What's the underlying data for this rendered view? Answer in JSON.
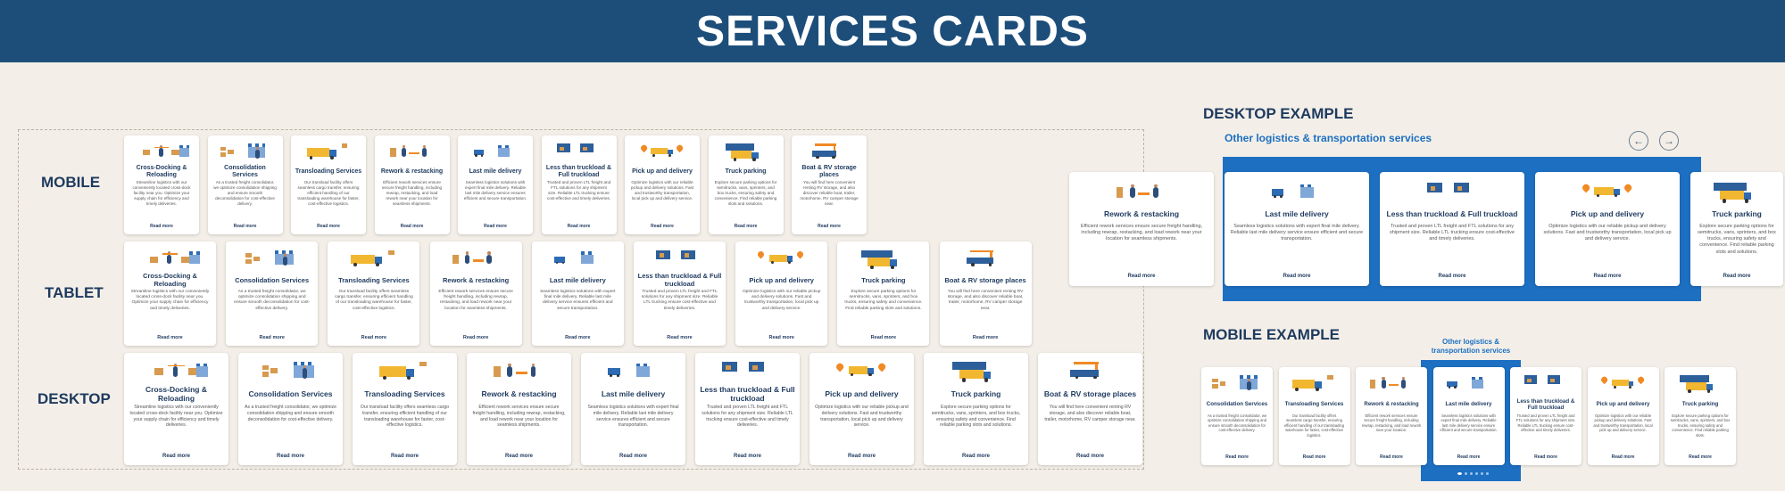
{
  "page": {
    "title": "SERVICES CARDS"
  },
  "row_labels": {
    "mobile": "MOBILE",
    "tablet": "TABLET",
    "desktop": "DESKTOP"
  },
  "services": [
    {
      "key": "crossdock",
      "title": "Cross-Docking & Reloading",
      "desc": "Streamline logistics with our conveniently located cross-dock facility near you. Optimize your supply chain for efficiency and timely deliveries.",
      "icon": "cross-docking-icon"
    },
    {
      "key": "consolidation",
      "title": "Consolidation Services",
      "desc": "As a trusted freight consolidator, we optimize consolidation shipping and ensure smooth deconsolidation for cost-effective delivery.",
      "icon": "consolidation-icon"
    },
    {
      "key": "transloading",
      "title": "Transloading Services",
      "desc": "Our transload facility offers seamless cargo transfer, ensuring efficient handling of our transloading warehouse for faster, cost-effective logistics.",
      "icon": "transloading-icon"
    },
    {
      "key": "rework",
      "title": "Rework & restacking",
      "desc": "Efficient rework services ensure secure freight handling, including rewrap, restacking, and load rework near your location for seamless shipments.",
      "icon": "rework-icon"
    },
    {
      "key": "lastmile",
      "title": "Last mile delivery",
      "desc": "Seamless logistics solutions with expert final mile delivery. Reliable last mile delivery service ensures efficient and secure transportation.",
      "icon": "last-mile-icon"
    },
    {
      "key": "ltl",
      "title": "Less than truckload & Full truckload",
      "desc": "Trusted and proven LTL freight and FTL solutions for any shipment size. Reliable LTL trucking ensure cost-effective and timely deliveries.",
      "icon": "ltl-ftl-icon"
    },
    {
      "key": "pickup",
      "title": "Pick up and delivery",
      "desc": "Optimize logistics with our reliable pickup and delivery solutions. Fast and trustworthy transportation, local pick up and delivery service.",
      "icon": "pickup-delivery-icon"
    },
    {
      "key": "parking",
      "title": "Truck parking",
      "desc": "Explore secure parking options for semitrucks, vans, sprinters, and box trucks, ensuring safety and convenience. Find reliable parking slots and solutions.",
      "icon": "truck-parking-icon"
    },
    {
      "key": "boat",
      "title": "Boat & RV storage places",
      "desc": "You will find here convenient renting RV storage, and also discover reliable boat, trailer, motorhome, RV camper storage near.",
      "icon": "boat-rv-icon"
    }
  ],
  "read_more": "Read more",
  "desktop_example": {
    "heading": "DESKTOP EXAMPLE",
    "subtitle": "Other logistics & transportation services",
    "prev": "←",
    "next": "→",
    "cards": [
      {
        "title": "Rework & restacking",
        "desc": "Efficient rework services ensure secure freight handling, including rewrap, restacking, and load rework near your location for seamless shipments."
      },
      {
        "title": "Last mile delivery",
        "desc": "Seamless logistics solutions with expert final mile delivery. Reliable last mile delivery service ensure efficient and secure transportation."
      },
      {
        "title": "Less than truckload & Full truckload",
        "desc": "Trusted and proven LTL freight and FTL solutions for any shipment size. Reliable LTL trucking ensure cost-effective and timely deliveries."
      },
      {
        "title": "Pick up and delivery",
        "desc": "Optimize logistics with our reliable pickup and delivery solutions. Fast and trustworthy transportation, local pick up and delivery service."
      },
      {
        "title": "Truck parking",
        "desc": "Explore secure parking options for semitrucks, vans, sprinters, and box trucks, ensuring safety and convenience. Find reliable parking slots and solutions."
      }
    ]
  },
  "mobile_example": {
    "heading": "MOBILE EXAMPLE",
    "subtitle_line1": "Other logistics &",
    "subtitle_line2": "transportation services",
    "cards": [
      {
        "title": "Consolidation Services",
        "desc": "As a trusted freight consolidator, we optimize consolidation shipping and ensure smooth deconsolidation for cost-effective delivery."
      },
      {
        "title": "Transloading Services",
        "desc": "Our transload facility offers seamless cargo transfer, ensuring efficient handling of our transloading warehouse for faster, cost-effective logistics."
      },
      {
        "title": "Rework & restacking",
        "desc": "Efficient rework services ensure secure freight handling, including rewrap, restacking, and load rework near your location."
      },
      {
        "title": "Last mile delivery",
        "desc": "Seamless logistics solutions with expert final mile delivery. Reliable last mile delivery service ensure efficient and secure transportation."
      },
      {
        "title": "Less than truckload & Full truckload",
        "desc": "Trusted and proven LTL freight and FTL solutions for any shipment size. Reliable LTL trucking ensure cost-effective and timely deliveries."
      },
      {
        "title": "Pick up and delivery",
        "desc": "Optimize logistics with our reliable pickup and delivery solutions. Fast and trustworthy transportation, local pick up and delivery service."
      },
      {
        "title": "Truck parking",
        "desc": "Explore secure parking options for semitrucks, vans, sprinters, and box trucks, ensuring safety and convenience. Find reliable parking slots."
      }
    ]
  },
  "colors": {
    "header": "#1d4e7a",
    "accent": "#1d6fc2",
    "background": "#f3efe8"
  }
}
